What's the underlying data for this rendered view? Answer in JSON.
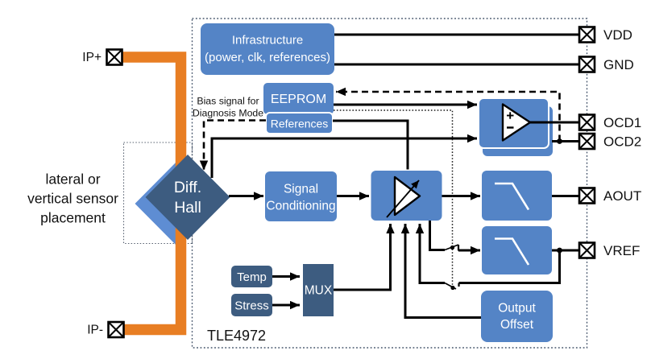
{
  "colors": {
    "block_blue": "#5484C6",
    "block_navy": "#3D5C80",
    "diamond_back_blue": "#5E8DD3",
    "current_path_orange": "#E87E23",
    "chip_border": "#44546A",
    "wire_black": "#000000",
    "label_white": "#ffffff",
    "label_black": "#111111"
  },
  "chip": {
    "label": "TLE4972"
  },
  "blocks": {
    "infrastructure": {
      "line1": "Infrastructure",
      "line2": "(power, clk, references)"
    },
    "eeprom": {
      "label": "EEPROM"
    },
    "references": {
      "label": "References"
    },
    "hall": {
      "line1": "Diff.",
      "line2": "Hall"
    },
    "signal_conditioning": {
      "line1": "Signal",
      "line2": "Conditioning"
    },
    "temp": {
      "label": "Temp"
    },
    "stress": {
      "label": "Stress"
    },
    "mux": {
      "label": "MUX"
    },
    "output_offset": {
      "line1": "Output",
      "line2": "Offset"
    }
  },
  "pins": {
    "ip_plus": "IP+",
    "ip_minus": "IP-",
    "vdd": "VDD",
    "gnd": "GND",
    "ocd1": "OCD1",
    "ocd2": "OCD2",
    "aout": "AOUT",
    "vref": "VREF"
  },
  "annotations": {
    "bias": {
      "line1": "Bias signal for",
      "line2": "Diagnosis Mode"
    },
    "placement": {
      "line1": "lateral or",
      "line2": "vertical sensor",
      "line3": "placement"
    }
  }
}
